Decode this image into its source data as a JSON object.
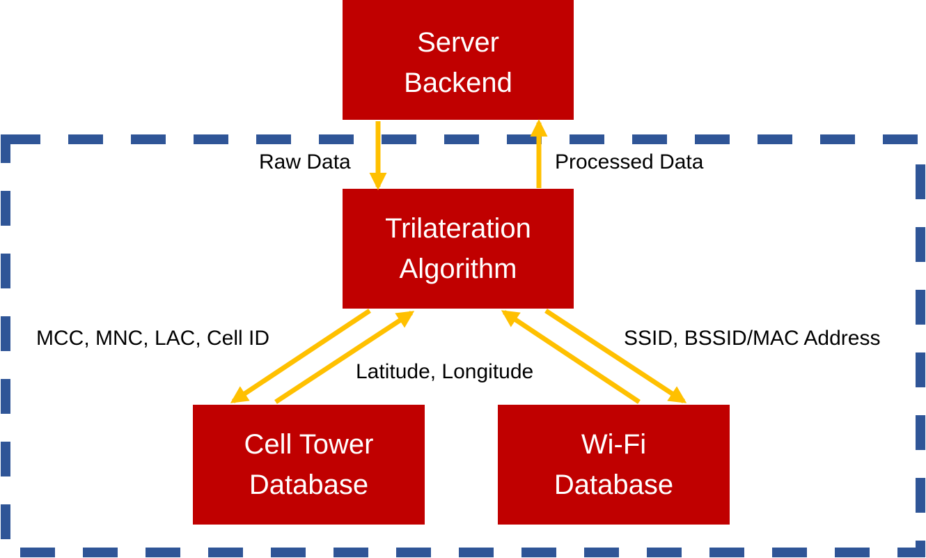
{
  "nodes": {
    "server_backend": {
      "line1": "Server",
      "line2": "Backend"
    },
    "trilateration": {
      "line1": "Trilateration",
      "line2": "Algorithm"
    },
    "cell_tower_db": {
      "line1": "Cell Tower",
      "line2": "Database"
    },
    "wifi_db": {
      "line1": "Wi-Fi",
      "line2": "Database"
    }
  },
  "edges": {
    "raw_data": "Raw Data",
    "processed_data": "Processed Data",
    "cell_query": "MCC, MNC, LAC, Cell ID",
    "cell_response": "Latitude, Longitude",
    "wifi_query": "SSID, BSSID/MAC Address"
  },
  "colors": {
    "box_fill": "#c00000",
    "arrow": "#ffc000",
    "boundary": "#2f5597"
  }
}
